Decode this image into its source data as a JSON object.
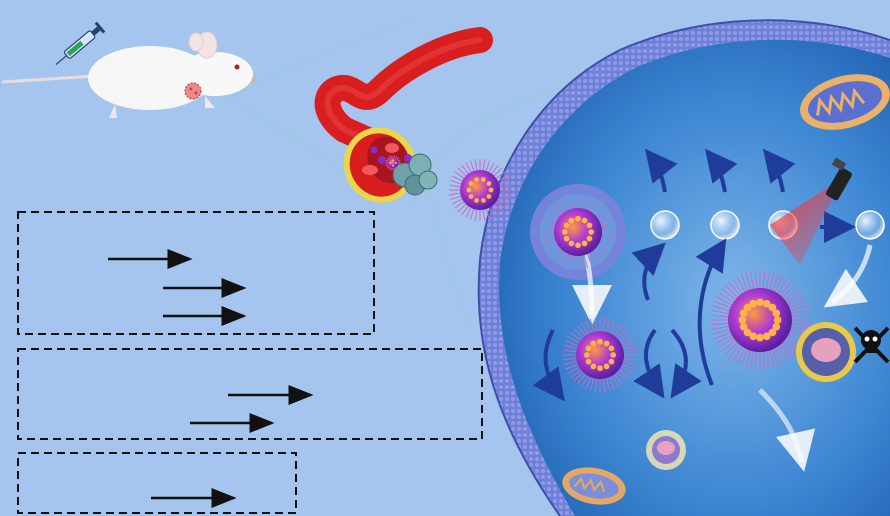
{
  "colors": {
    "background": "#a5c4ee",
    "cell_interior": "#2f78c8",
    "membrane": "#6f7fd6",
    "membrane_edge": "#3e4fa8",
    "blood_vessel": "#d81e1e",
    "nanoparticle_core": "#8a2bd0",
    "nanoparticle_spikes": "#c46cc8",
    "pathway_arrow": "#1f3c9a",
    "laser_beam": "#ff2a2a",
    "dashed_box": "#111111"
  },
  "icons": {
    "mouse": "mouse-icon",
    "syringe": "syringe-icon",
    "tumor": "tumor-icon",
    "blood_vessel": "blood-vessel-icon",
    "nanoparticle": "nanoparticle-icon",
    "laser": "laser-pointer-icon",
    "mitochondrion": "mitochondrion-icon",
    "skull": "skull-crossbones-icon",
    "bubble": "bubble-icon",
    "dying_cell": "dying-cell-icon"
  },
  "legend_boxes": [
    {
      "arrow_count": 3
    },
    {
      "arrow_count": 2
    },
    {
      "arrow_count": 1
    }
  ]
}
